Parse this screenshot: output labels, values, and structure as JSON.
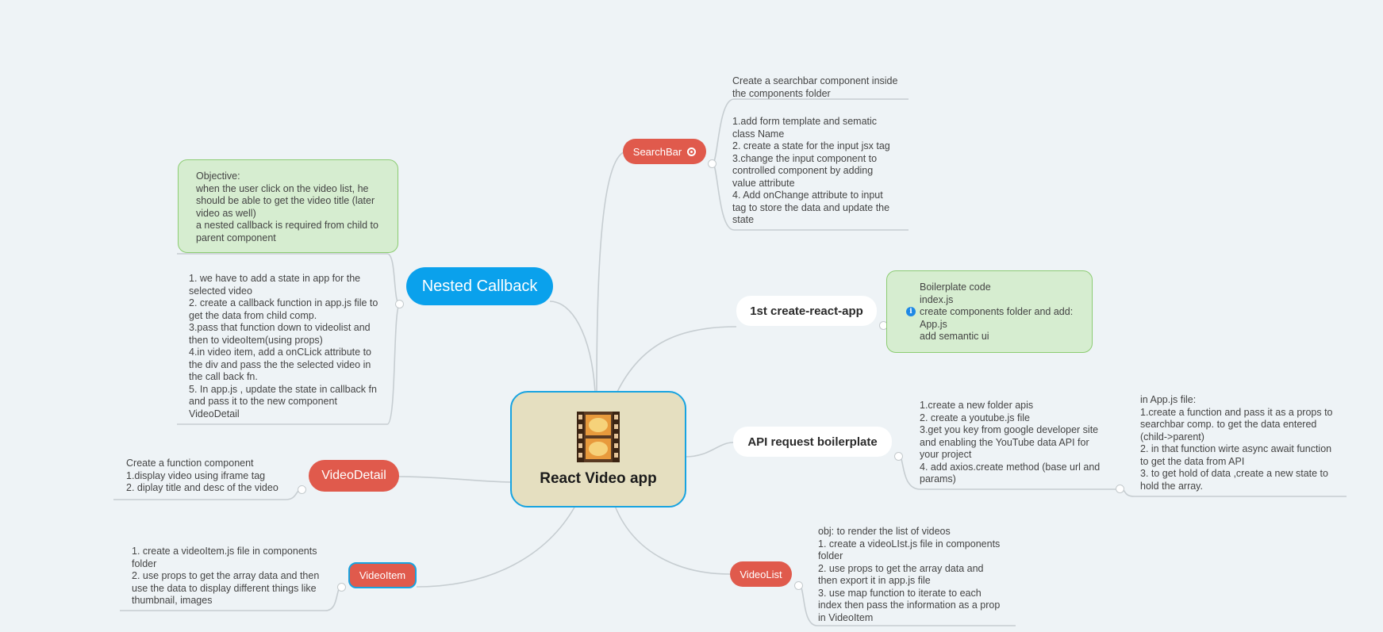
{
  "central": {
    "title": "React Video app",
    "icon": "film-reel-icon"
  },
  "branches": {
    "searchbar": {
      "label": "SearchBar",
      "icon": "ring-icon",
      "notes": [
        "Create a searchbar component inside\nthe components folder",
        "1.add form template and sematic\nclass Name\n2. create a state for the input jsx tag\n3.change the input component to\ncontrolled component by adding\nvalue attribute\n4. Add onChange attribute to input\ntag to store the data  and update the\nstate"
      ]
    },
    "create_react_app": {
      "label": "1st create-react-app",
      "notes": [
        "Boilerplate code\nindex.js\ncreate components folder and add:\nApp.js\nadd semantic ui"
      ]
    },
    "api_request": {
      "label": "API request boilerplate",
      "notes": [
        "1.create a new folder apis\n2. create a youtube.js file\n3.get you key from google developer site\nand enabling the YouTube data API for\nyour project\n4. add axios.create method (base url and\nparams)",
        "in App.js file:\n1.create a function and pass it as a props to\nsearchbar comp. to get the data entered\n(child->parent)\n2. in that function wirte async await function\nto get the data from API\n3. to get hold of data ,create a new state to\nhold the array."
      ]
    },
    "videolist": {
      "label": "VideoList",
      "notes": [
        "obj: to render the list of videos\n1. create a videoLIst.js file in components\nfolder\n2. use props to get the array data and\nthen export it in app.js file\n3. use map function to iterate to each\nindex then pass the information as a prop\nin VideoItem"
      ]
    },
    "nested_callback": {
      "label": "Nested Callback",
      "notes": [
        "Objective:\nwhen the user click on the video list, he\nshould be able to get the video title (later\nvideo as well)\na nested callback is required from child to\nparent component",
        "1. we have to add a state in app for the\nselected video\n2. create a callback function in app.js file to\nget the data from child comp.\n3.pass that function down to videolist and\nthen to videoItem(using props)\n4.in video item, add a onCLick attribute to\nthe div and pass the the selected video in\nthe call back fn.\n5. In app.js , update the state in callback fn\nand pass it to the new component\nVideoDetail"
      ]
    },
    "videodetail": {
      "label": "VideoDetail",
      "notes": [
        "Create a function component\n1.display video using iframe tag\n2. diplay title and desc of the video"
      ]
    },
    "videoitem": {
      "label": "VideoItem",
      "notes": [
        "1. create a videoItem.js file in components\nfolder\n2. use props to get the array data and then\nuse the data to display different things like\nthumbnail, images"
      ]
    }
  },
  "colors": {
    "background": "#eef3f6",
    "red_topic": "#e05a4c",
    "blue_topic": "#0aa1ec",
    "green_note": "#d6edd0",
    "central_fill": "#e5dfc0",
    "central_border": "#17a3e0",
    "link": "#c6cdd1"
  }
}
